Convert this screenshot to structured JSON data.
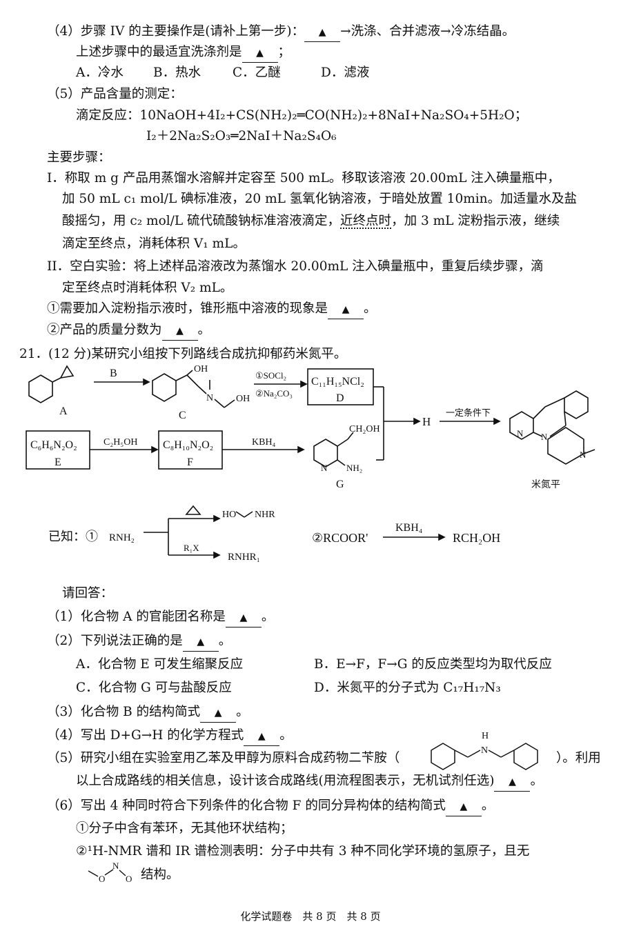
{
  "q4": {
    "line1_a": "（4）步骤 IV 的主要操作是(请补上第一步)：",
    "line1_b": "→洗涤、合并滤液→冷冻结晶。",
    "line2": "上述步骤中的最适宜洗涤剂是",
    "line2_end": "；",
    "options": [
      "A．冷水",
      "B．热水",
      "C．乙醚",
      "D．滤液"
    ]
  },
  "q5": {
    "title": "（5）产品含量的测定：",
    "eq_label": "滴定反应：",
    "eq1": "10NaOH+4I₂+CS(NH₂)₂═CO(NH₂)₂+8NaI+Na₂SO₄+5H₂O；",
    "eq2": "I₂＋2Na₂S₂O₃═2NaI＋Na₂S₄O₆",
    "steps_title": "主要步骤：",
    "s1_l1": "I．称取 m g 产品用蒸馏水溶解并定容至 500 mL。移取该溶液 20.00mL 注入碘量瓶中，",
    "s1_l2": "加 50 mL c₁ mol/L 碘标准液，20 mL 氢氧化钠溶液，于暗处放置 10min。加适量水及盐",
    "s1_l3_a": "酸摇匀，用 c₂ mol/L 硫代硫酸钠标准溶液滴定，",
    "s1_l3_dots": "近终点时",
    "s1_l3_b": "，加 3 mL 淀粉指示液，继续",
    "s1_l4": "滴定至终点，消耗体积 V₁ mL。",
    "s2_l1": "II．空白实验：将上述样品溶液改为蒸馏水 20.00mL 注入碘量瓶中，重复后续步骤，滴",
    "s2_l2": "定至终点时消耗体积 V₂ mL。",
    "sub1": "①需要加入淀粉指示液时，锥形瓶中溶液的现象是",
    "sub2": "②产品的质量分数为",
    "period": "。"
  },
  "blank_mark": "▲",
  "q21": {
    "header": "21．(12 分)某研究小组按下列路线合成抗抑郁药米氮平。",
    "scheme": {
      "A": "A",
      "B": "B",
      "C": "C",
      "D": "D",
      "E": "E",
      "F": "F",
      "G": "G",
      "H": "H",
      "OH": "OH",
      "N": "N",
      "NH2": "NH₂",
      "CH2OH": "CH₂OH",
      "socl2": "①SOCl₂",
      "na2co3": "②Na₂CO₃",
      "D_formula": "C₁₁H₁₅NCl₂",
      "E_formula": "C₆H₆N₂O₂",
      "F_formula": "C₈H₁₀N₂O₂",
      "c2h5oh": "C₂H₅OH",
      "kbh4": "KBH₄",
      "cond": "一定条件下",
      "product": "米氮平"
    },
    "known": {
      "label": "已知：①",
      "rnh2": "RNH₂",
      "ho": "HO",
      "nhr": "NHR",
      "r1x": "R₁X",
      "rnhr1": "RNHR₁",
      "k2_reactant": "②RCOOR'",
      "kbh4": "KBH₄",
      "k2_product": "RCH₂OH"
    },
    "please": "请回答：",
    "q1": "（1）化合物 A 的官能团名称是",
    "q2": "（2）下列说法正确的是",
    "q2_opts": {
      "A": "A．化合物 E 可发生缩聚反应",
      "B": "B．E→F，F→G 的反应类型均为取代反应",
      "C": "C．化合物 G 可与盐酸反应",
      "D": "D．米氮平的分子式为 C₁₇H₁₇N₃"
    },
    "q3": "（3）化合物 B 的结构简式",
    "q4": "（4）写出 D+G→H 的化学方程式",
    "q5_l1_a": "（5）研究小组在实验室用乙苯及甲醇为原料合成药物二苄胺（",
    "q5_l1_b": "）。利用",
    "q5_nh": "H",
    "q5_nn": "N",
    "q5_l2": "以上合成路线的相关信息，设计该合成路线(用流程图表示，无机试剂任选)",
    "q6": "（6）写出 4 种同时符合下列条件的化合物 F 的同分异构体的结构简式",
    "q6_c1": "①分子中含有苯环，无其他环状结构；",
    "q6_c2": "②¹H-NMR 谱和 IR 谱检测表明：分子中共有 3 种不同化学环境的氢原子，且无",
    "q6_c2_o1": "O",
    "q6_c2_n": "N",
    "q6_c2_o2": "O",
    "q6_c2_end": "结构。"
  },
  "footer": "化学试题卷　共 8 页　共 8 页"
}
